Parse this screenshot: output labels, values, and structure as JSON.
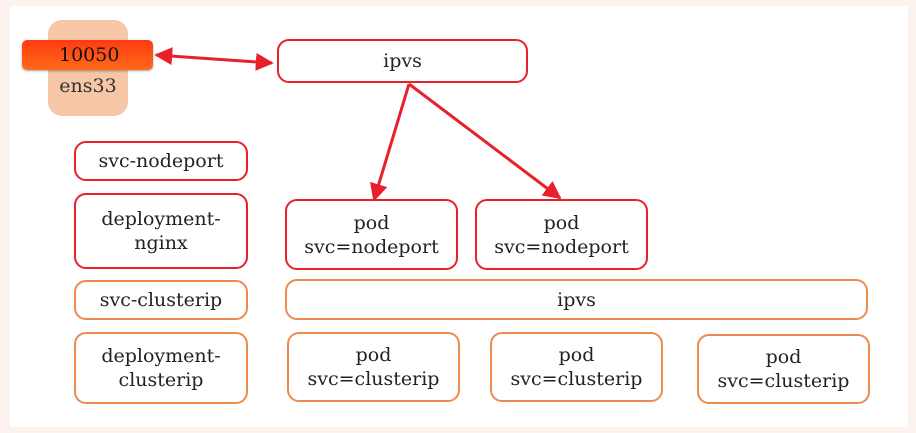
{
  "node": {
    "port": "10050",
    "interface": "ens33"
  },
  "nodeport_section": {
    "ipvs_label": "ipvs",
    "service_label": "svc-nodeport",
    "deployment_label_line1": "deployment-",
    "deployment_label_line2": "nginx",
    "pods": [
      {
        "line1": "pod",
        "line2": "svc=nodeport"
      },
      {
        "line1": "pod",
        "line2": "svc=nodeport"
      }
    ]
  },
  "clusterip_section": {
    "ipvs_label": "ipvs",
    "service_label": "svc-clusterip",
    "deployment_label_line1": "deployment-",
    "deployment_label_line2": "clusterip",
    "pods": [
      {
        "line1": "pod",
        "line2": "svc=clusterip"
      },
      {
        "line1": "pod",
        "line2": "svc=clusterip"
      },
      {
        "line1": "pod",
        "line2": "svc=clusterip"
      }
    ]
  },
  "colors": {
    "nodeport_border": "#e8202a",
    "clusterip_border": "#ee8a4e",
    "arrow": "#e8202a",
    "interface_bg": "#f6c7a7",
    "port_bg": "#ff4a16",
    "background": "#fdf3ee"
  }
}
